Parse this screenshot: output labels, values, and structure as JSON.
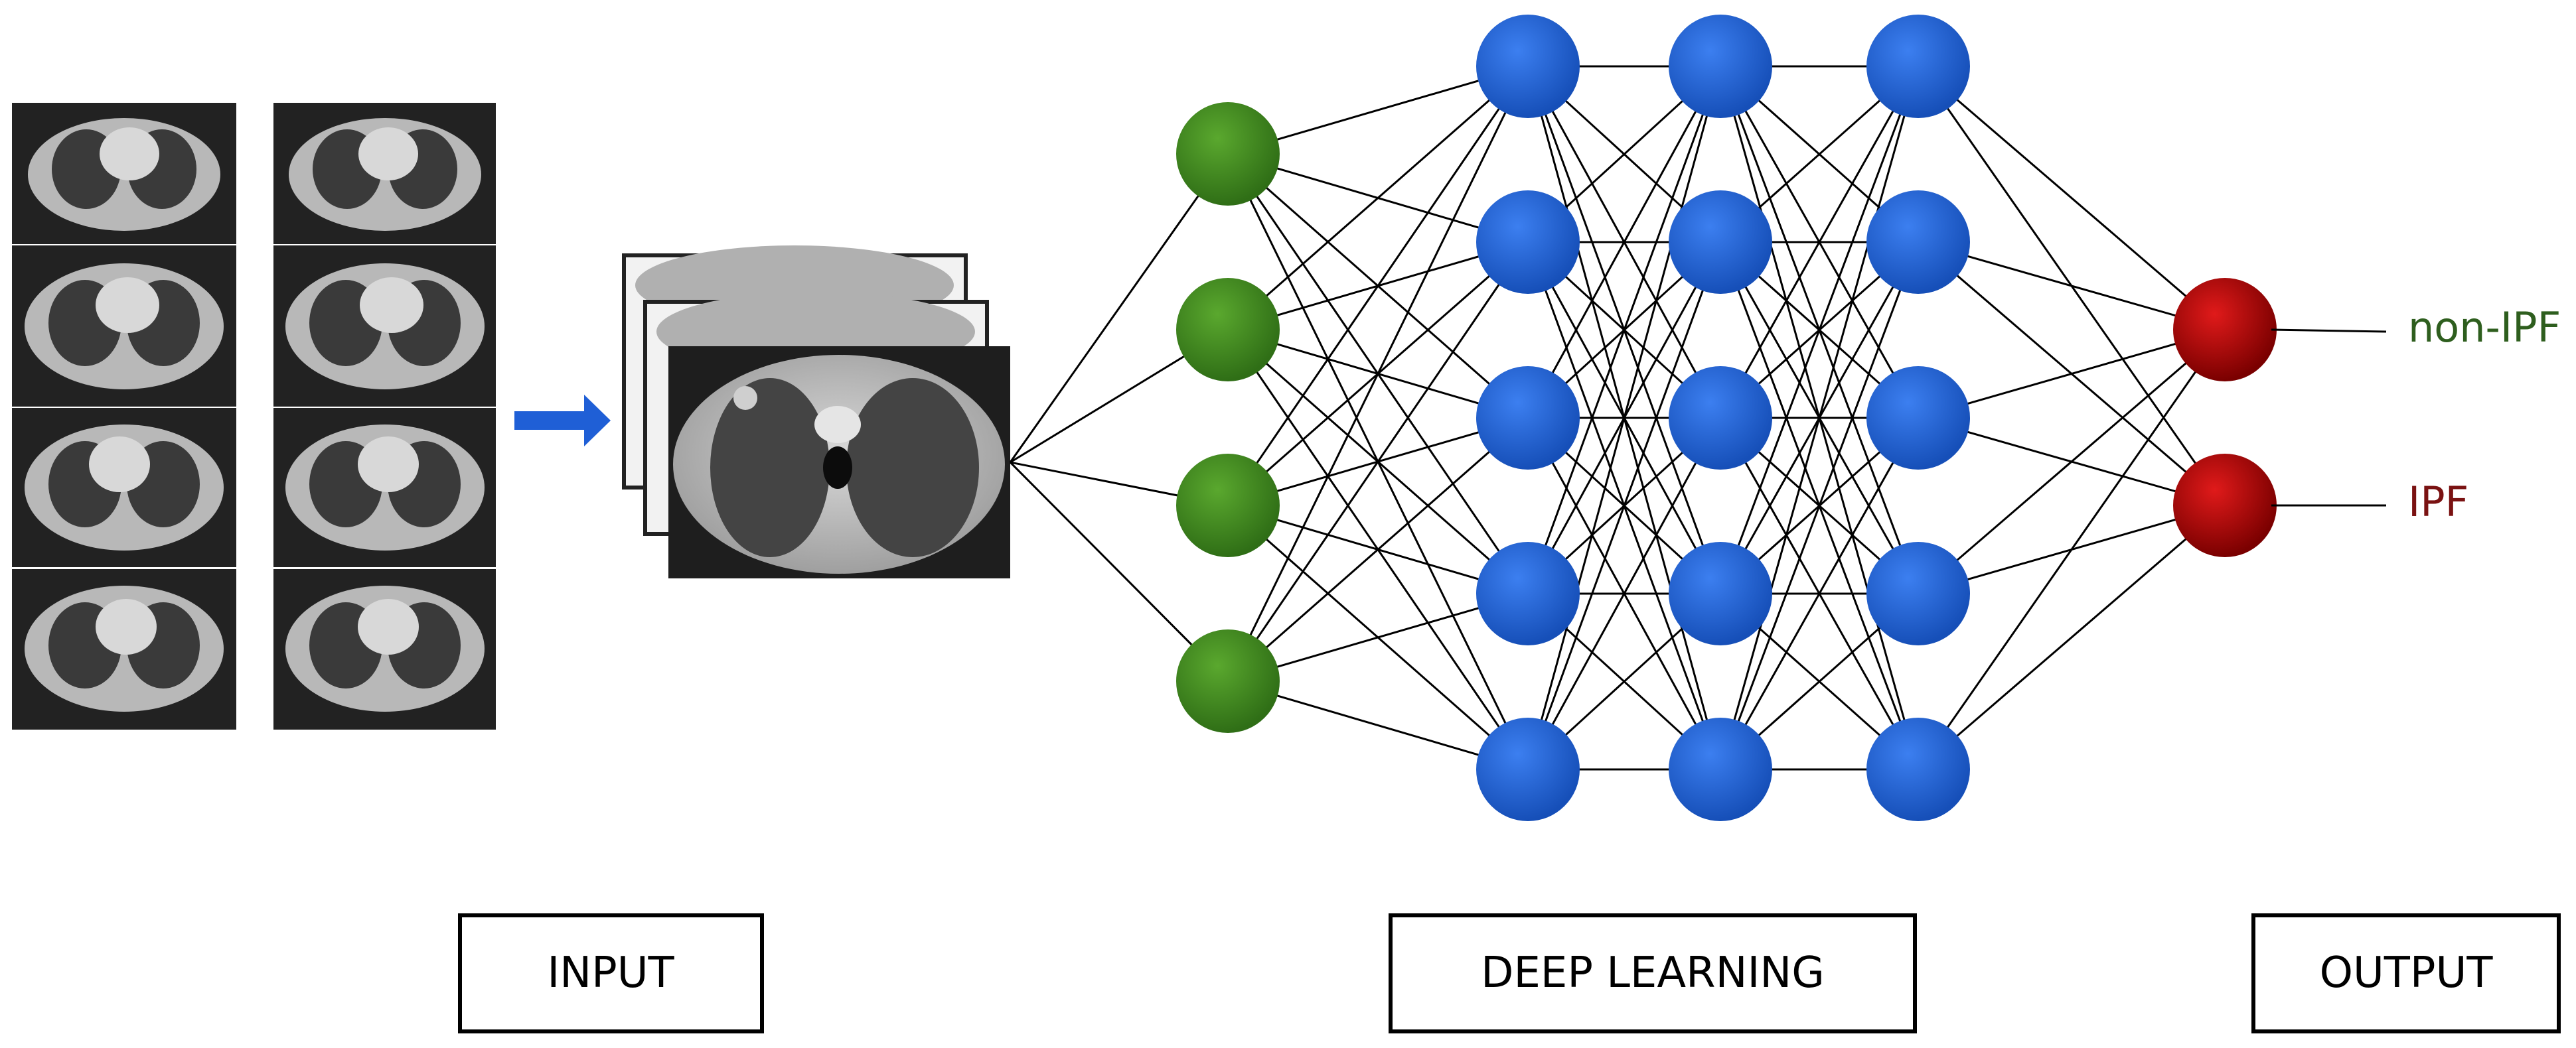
{
  "labels": {
    "input": "INPUT",
    "deep_learning": "DEEP LEARNING",
    "output": "OUTPUT"
  },
  "outputs": [
    {
      "label": "non-IPF",
      "color": "#2e5e1e"
    },
    {
      "label": "IPF",
      "color": "#7a1212"
    }
  ],
  "network": {
    "layer_sizes": [
      4,
      5,
      5,
      5,
      2
    ],
    "node_colors": [
      "#3f8a1f",
      "#1f5fd6",
      "#1f5fd6",
      "#1f5fd6",
      "#c00000"
    ]
  },
  "input_images": {
    "grid_columns": 2,
    "grid_rows": 4,
    "stack_count": 3,
    "arrow_color": "#1f5fd6"
  }
}
